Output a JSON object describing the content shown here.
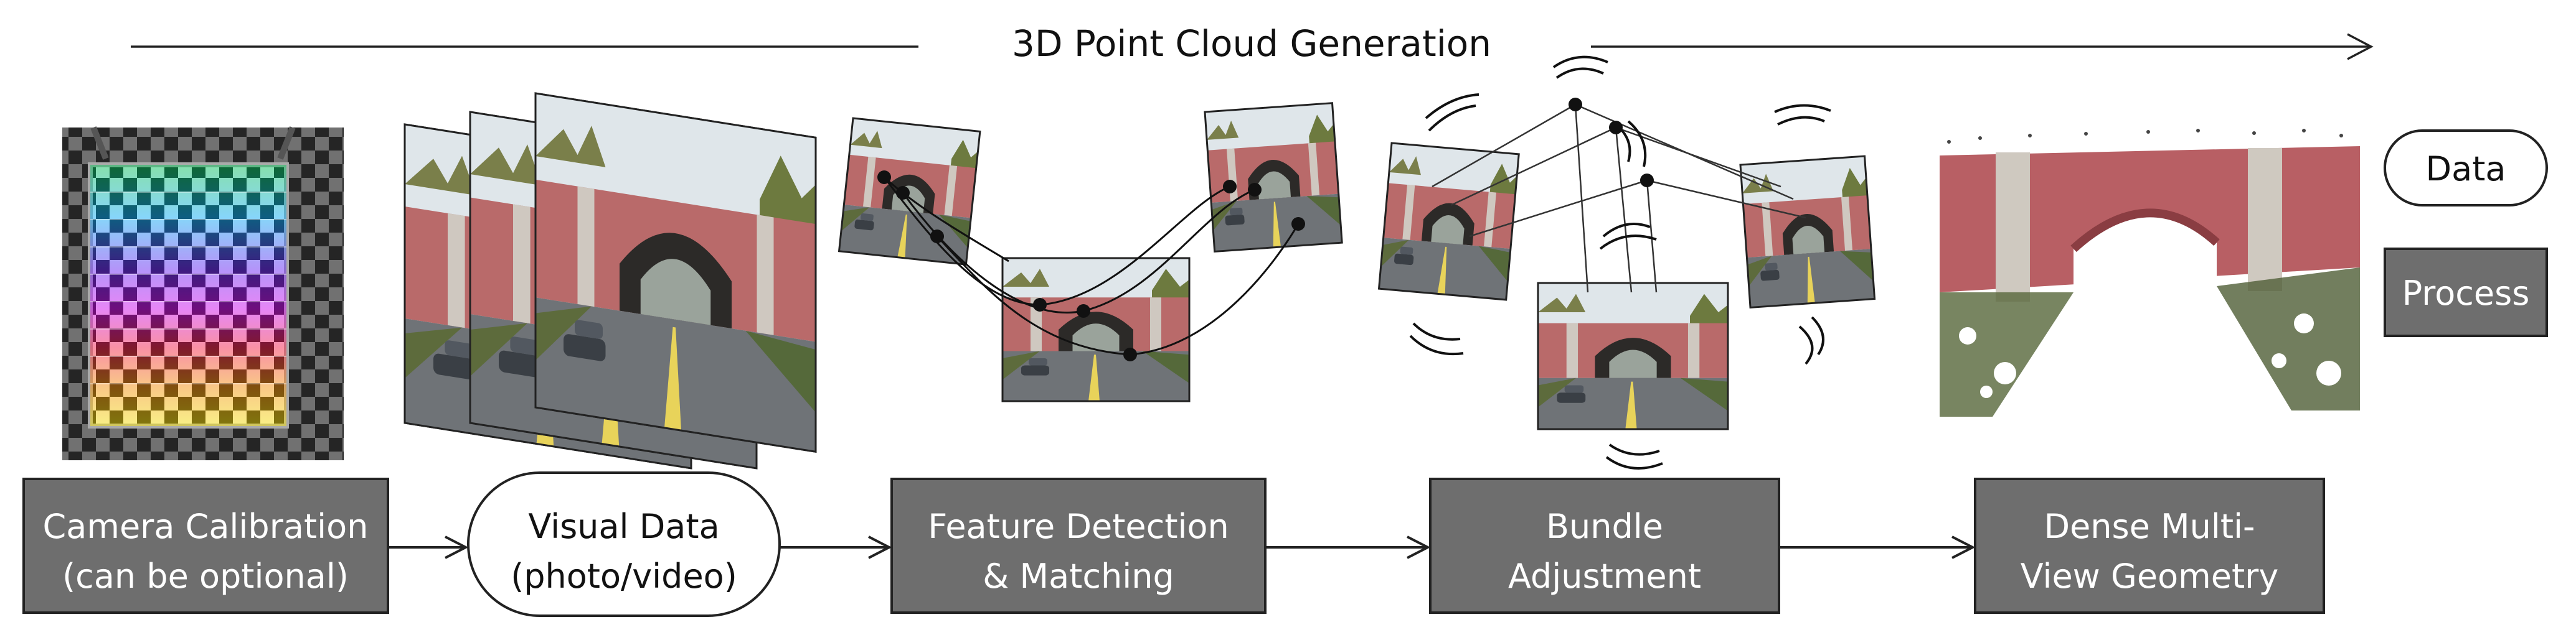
{
  "header": {
    "title": "3D Point Cloud Generation"
  },
  "legend": {
    "data_label": "Data",
    "process_label": "Process"
  },
  "steps": [
    {
      "line1": "Camera Calibration",
      "line2": "(can be optional)",
      "kind": "process"
    },
    {
      "line1": "Visual Data",
      "line2": "(photo/video)",
      "kind": "data"
    },
    {
      "line1": "Feature Detection",
      "line2": "& Matching",
      "kind": "process"
    },
    {
      "line1": "Bundle",
      "line2": "Adjustment",
      "kind": "process"
    },
    {
      "line1": "Dense Multi-",
      "line2": "View Geometry",
      "kind": "process"
    }
  ],
  "colors": {
    "process_fill": "#6e6e6e",
    "process_text": "#ffffff",
    "data_fill": "#ffffff",
    "stroke": "#222222",
    "brick": "#b96a6a",
    "sky": "#e9ecef",
    "road": "#6f7377",
    "foliage": "#5d6b3c"
  }
}
